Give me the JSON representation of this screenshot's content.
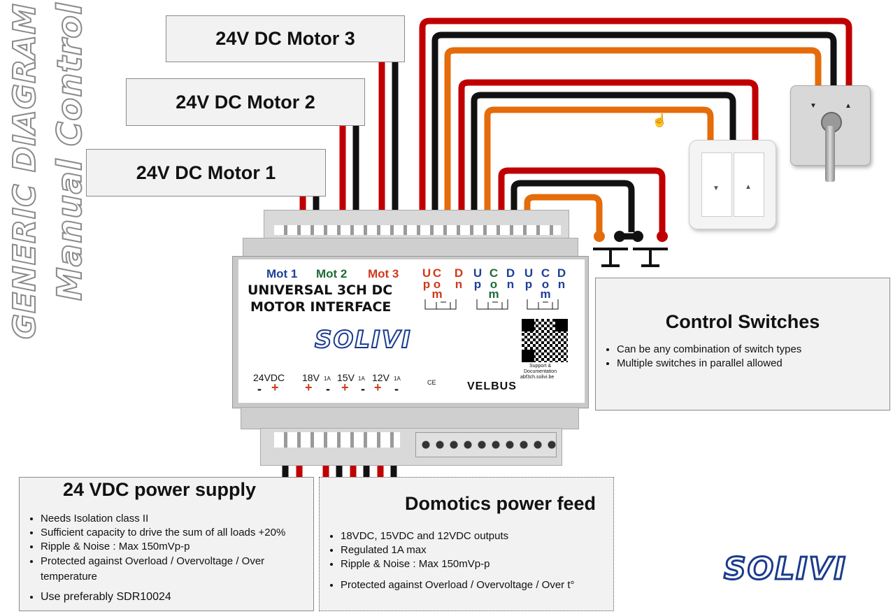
{
  "title": {
    "line1": "GENERIC DIAGRAM",
    "line2": "Manual Control"
  },
  "motors": [
    {
      "label": "24V DC Motor 3"
    },
    {
      "label": "24V DC Motor 2"
    },
    {
      "label": "24V DC Motor 1"
    }
  ],
  "device": {
    "channels": [
      "Mot 1",
      "Mot 2",
      "Mot 3"
    ],
    "name_line1": "UNIVERSAL 3CH DC",
    "name_line2": "MOTOR INTERFACE",
    "brand": "SOLIVI",
    "input_letters": [
      "U",
      "p",
      "C",
      "o",
      "m",
      "D",
      "n"
    ],
    "power_labels": [
      "24VDC",
      "18V",
      "1A",
      "15V",
      "1A",
      "12V",
      "1A"
    ],
    "signs": [
      "-",
      "+"
    ],
    "qr_caption_1": "Support &",
    "qr_caption_2": "Documentation",
    "qr_caption_3": "abf3ch.solivi.be",
    "ce_mark": "CE",
    "bus_label": "VELBUS"
  },
  "control_switches": {
    "title": "Control Switches",
    "items": [
      "Can be any combination of switch types",
      "Multiple switches in parallel allowed"
    ]
  },
  "power_supply": {
    "title": "24 VDC power supply",
    "items": [
      "Needs Isolation class II",
      "Sufficient capacity to drive the sum of all loads +20%",
      "Ripple & Noise : Max 150mVp-p",
      "Protected against Overload / Overvoltage / Over temperature",
      "Use preferably SDR10024"
    ]
  },
  "domotics": {
    "title": "Domotics power feed",
    "items": [
      "18VDC, 15VDC and 12VDC outputs",
      "Regulated 1A max",
      "Ripple & Noise : Max 150mVp-p",
      "Protected against Overload / Overvoltage /  Over t°"
    ]
  },
  "logo": "SOLIVI",
  "colors": {
    "red_wire": "#c00000",
    "black_wire": "#111111",
    "orange_wire": "#e46c0a",
    "mot1": "#1f3f99",
    "mot2": "#1f6b3a",
    "mot3": "#d03a1a",
    "logo_blue": "#1a3b8c"
  }
}
